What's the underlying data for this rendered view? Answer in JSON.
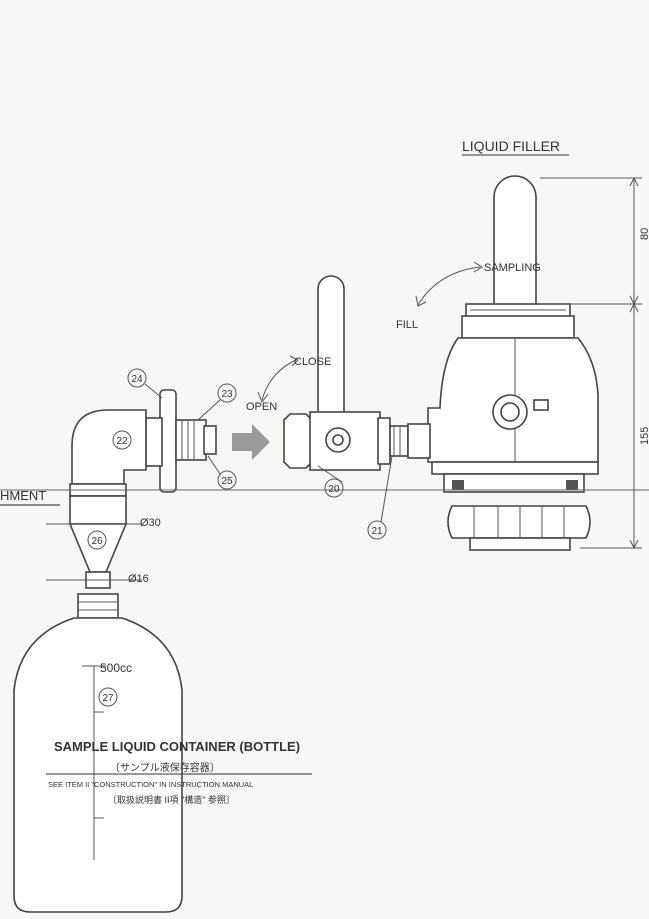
{
  "title": "LIQUID FILLER",
  "attachment_label": "HMENT",
  "valve_labels": {
    "sampling": "SAMPLING",
    "fill": "FILL",
    "close": "CLOSE",
    "open": "OPEN"
  },
  "dimensions": {
    "d80": "80",
    "d155": "155",
    "dia30": "Ø30",
    "dia16": "Ø16"
  },
  "bottle": {
    "volume": "500cc",
    "caption": "SAMPLE LIQUID CONTAINER (BOTTLE)",
    "caption_jp": "〔サンプル液保存容器〕",
    "note": "SEE ITEM II \"CONSTRUCTION\" IN INSTRUCTION MANUAL",
    "note_jp": "〔取扱説明書 II項 \"構造\" 参照〕"
  },
  "part_numbers": [
    "20",
    "21",
    "22",
    "23",
    "24",
    "25",
    "26",
    "27"
  ],
  "colors": {
    "line": "#444444",
    "paper": "#f7f7f5",
    "arrow": "#9a9a9a"
  }
}
